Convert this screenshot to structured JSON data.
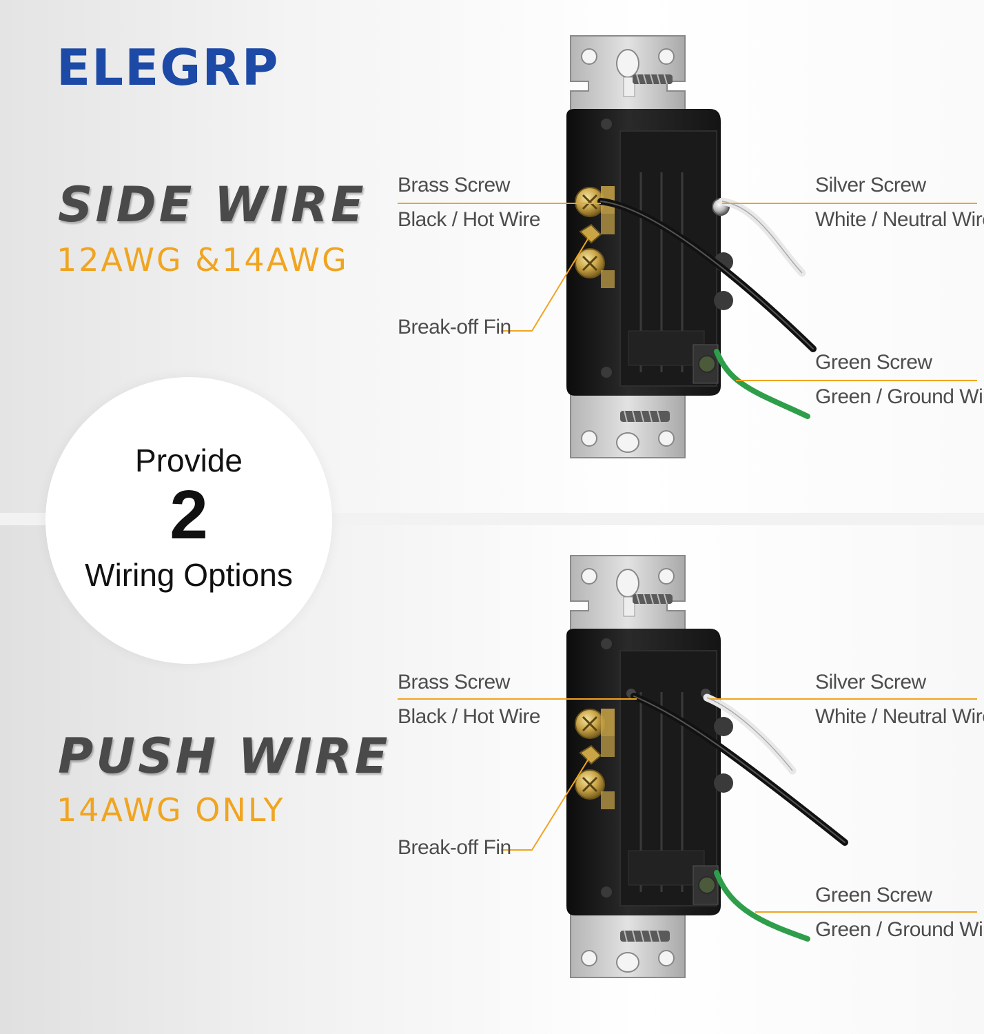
{
  "brand": {
    "logo_text": "ELEGRP"
  },
  "side_wire": {
    "title": "SIDE WIRE",
    "subtitle": "12AWG &14AWG"
  },
  "push_wire": {
    "title": "PUSH WIRE",
    "subtitle": "14AWG ONLY"
  },
  "badge": {
    "line1": "Provide",
    "number": "2",
    "line2": "Wiring Options"
  },
  "labels_top": {
    "brass_screw": "Brass Screw",
    "black_hot_wire": "Black / Hot Wire",
    "break_off_fin": "Break-off Fin",
    "silver_screw": "Silver Screw",
    "white_neutral_wire": "White / Neutral Wire",
    "green_screw": "Green Screw",
    "green_ground_wire": "Green / Ground Wire"
  },
  "labels_bottom": {
    "brass_screw": "Brass Screw",
    "black_hot_wire": "Black / Hot Wire",
    "break_off_fin": "Break-off Fin",
    "silver_screw": "Silver Screw",
    "white_neutral_wire": "White / Neutral Wire",
    "green_screw": "Green Screw",
    "green_ground_wire": "Green / Ground Wire"
  },
  "colors": {
    "brand_blue": "#1c4aa6",
    "accent_orange": "#f0a420",
    "title_gray": "#4a4a4a",
    "leader_line": "#f0a420",
    "ground_wire": "#2e9e4a"
  }
}
